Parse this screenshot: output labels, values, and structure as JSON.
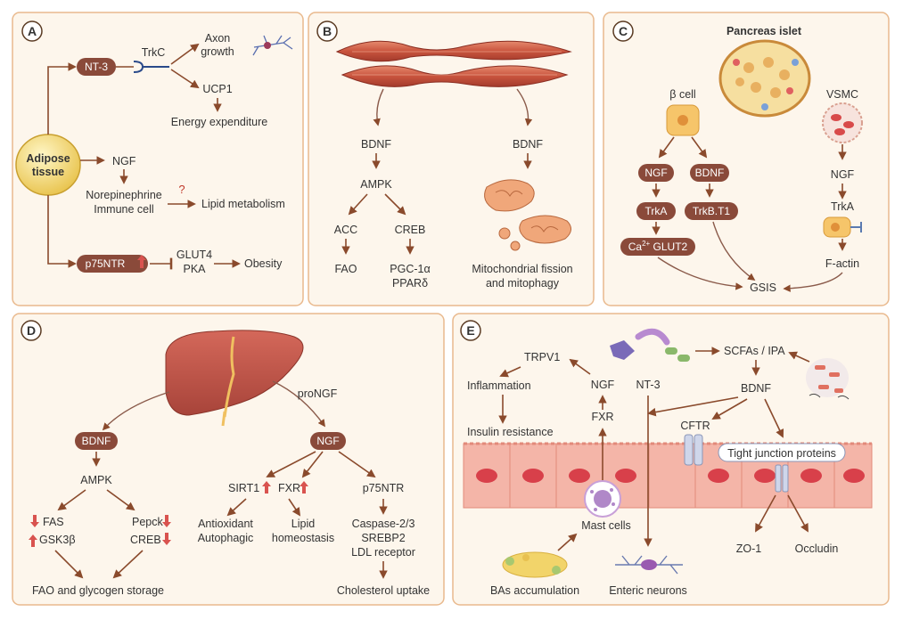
{
  "panels": {
    "A": {
      "letter": "A",
      "adipose": "Adipose",
      "tissue": "tissue",
      "nt3": "NT-3",
      "trkc": "TrkC",
      "axon": "Axon",
      "growth": "growth",
      "ucp1": "UCP1",
      "energy": "Energy expenditure",
      "ngf": "NGF",
      "norepinephrine": "Norepinephrine",
      "immune": "Immune cell",
      "question": "?",
      "lipid": "Lipid metabolism",
      "p75": "p75NTR",
      "glut4": "GLUT4",
      "pka": "PKA",
      "obesity": "Obesity"
    },
    "B": {
      "letter": "B",
      "bdnf_left": "BDNF",
      "ampk": "AMPK",
      "acc": "ACC",
      "creb": "CREB",
      "fao": "FAO",
      "pgc": "PGC-1α",
      "ppar": "PPARδ",
      "bdnf_right": "BDNF",
      "mito1": "Mitochondrial fission",
      "mito2": "and mitophagy"
    },
    "C": {
      "letter": "C",
      "islet": "Pancreas islet",
      "beta": "β cell",
      "vsmc": "VSMC",
      "ngf_left": "NGF",
      "bdnf": "BDNF",
      "trka_left": "TrkA",
      "trkbt1": "TrkB.T1",
      "ca_glut_pre": "Ca",
      "ca_glut_sup": "2+",
      "ca_glut_post": " GLUT2",
      "ngf_right": "NGF",
      "trka_right": "TrkA",
      "factin": "F-actin",
      "gsis": "GSIS"
    },
    "D": {
      "letter": "D",
      "proNGF": "proNGF",
      "bdnf": "BDNF",
      "ngf": "NGF",
      "ampk": "AMPK",
      "fas": "FAS",
      "gsk": "GSK3β",
      "pepck": "Pepck",
      "creb": "CREB",
      "fao_gly": "FAO and glycogen storage",
      "sirt1": "SIRT1",
      "fxr": "FXR",
      "p75": "p75NTR",
      "antiox": "Antioxidant",
      "autoph": "Autophagic",
      "lipid": "Lipid",
      "homeo": "homeostasis",
      "caspase": "Caspase-2/3",
      "srebp2": "SREBP2",
      "ldl": "LDL receptor",
      "chol": "Cholesterol uptake"
    },
    "E": {
      "letter": "E",
      "trpv1": "TRPV1",
      "inflammation": "Inflammation",
      "insulin": "Insulin resistance",
      "ngf": "NGF",
      "fxr": "FXR",
      "nt3": "NT-3",
      "scfas": "SCFAs / IPA",
      "bdnf": "BDNF",
      "cftr": "CFTR",
      "tight": "Tight junction proteins",
      "mast": "Mast cells",
      "zo1": "ZO-1",
      "occludin": "Occludin",
      "bas": "BAs accumulation",
      "enteric": "Enteric neurons"
    }
  },
  "colors": {
    "panel_bg": "#fdf6ec",
    "panel_border": "#e9b98d",
    "pill": "#8a4a3a",
    "arrow": "#8a4a2c",
    "up_arrow": "#d9534f",
    "down_arrow": "#d9534f",
    "question": "#c0392b"
  }
}
